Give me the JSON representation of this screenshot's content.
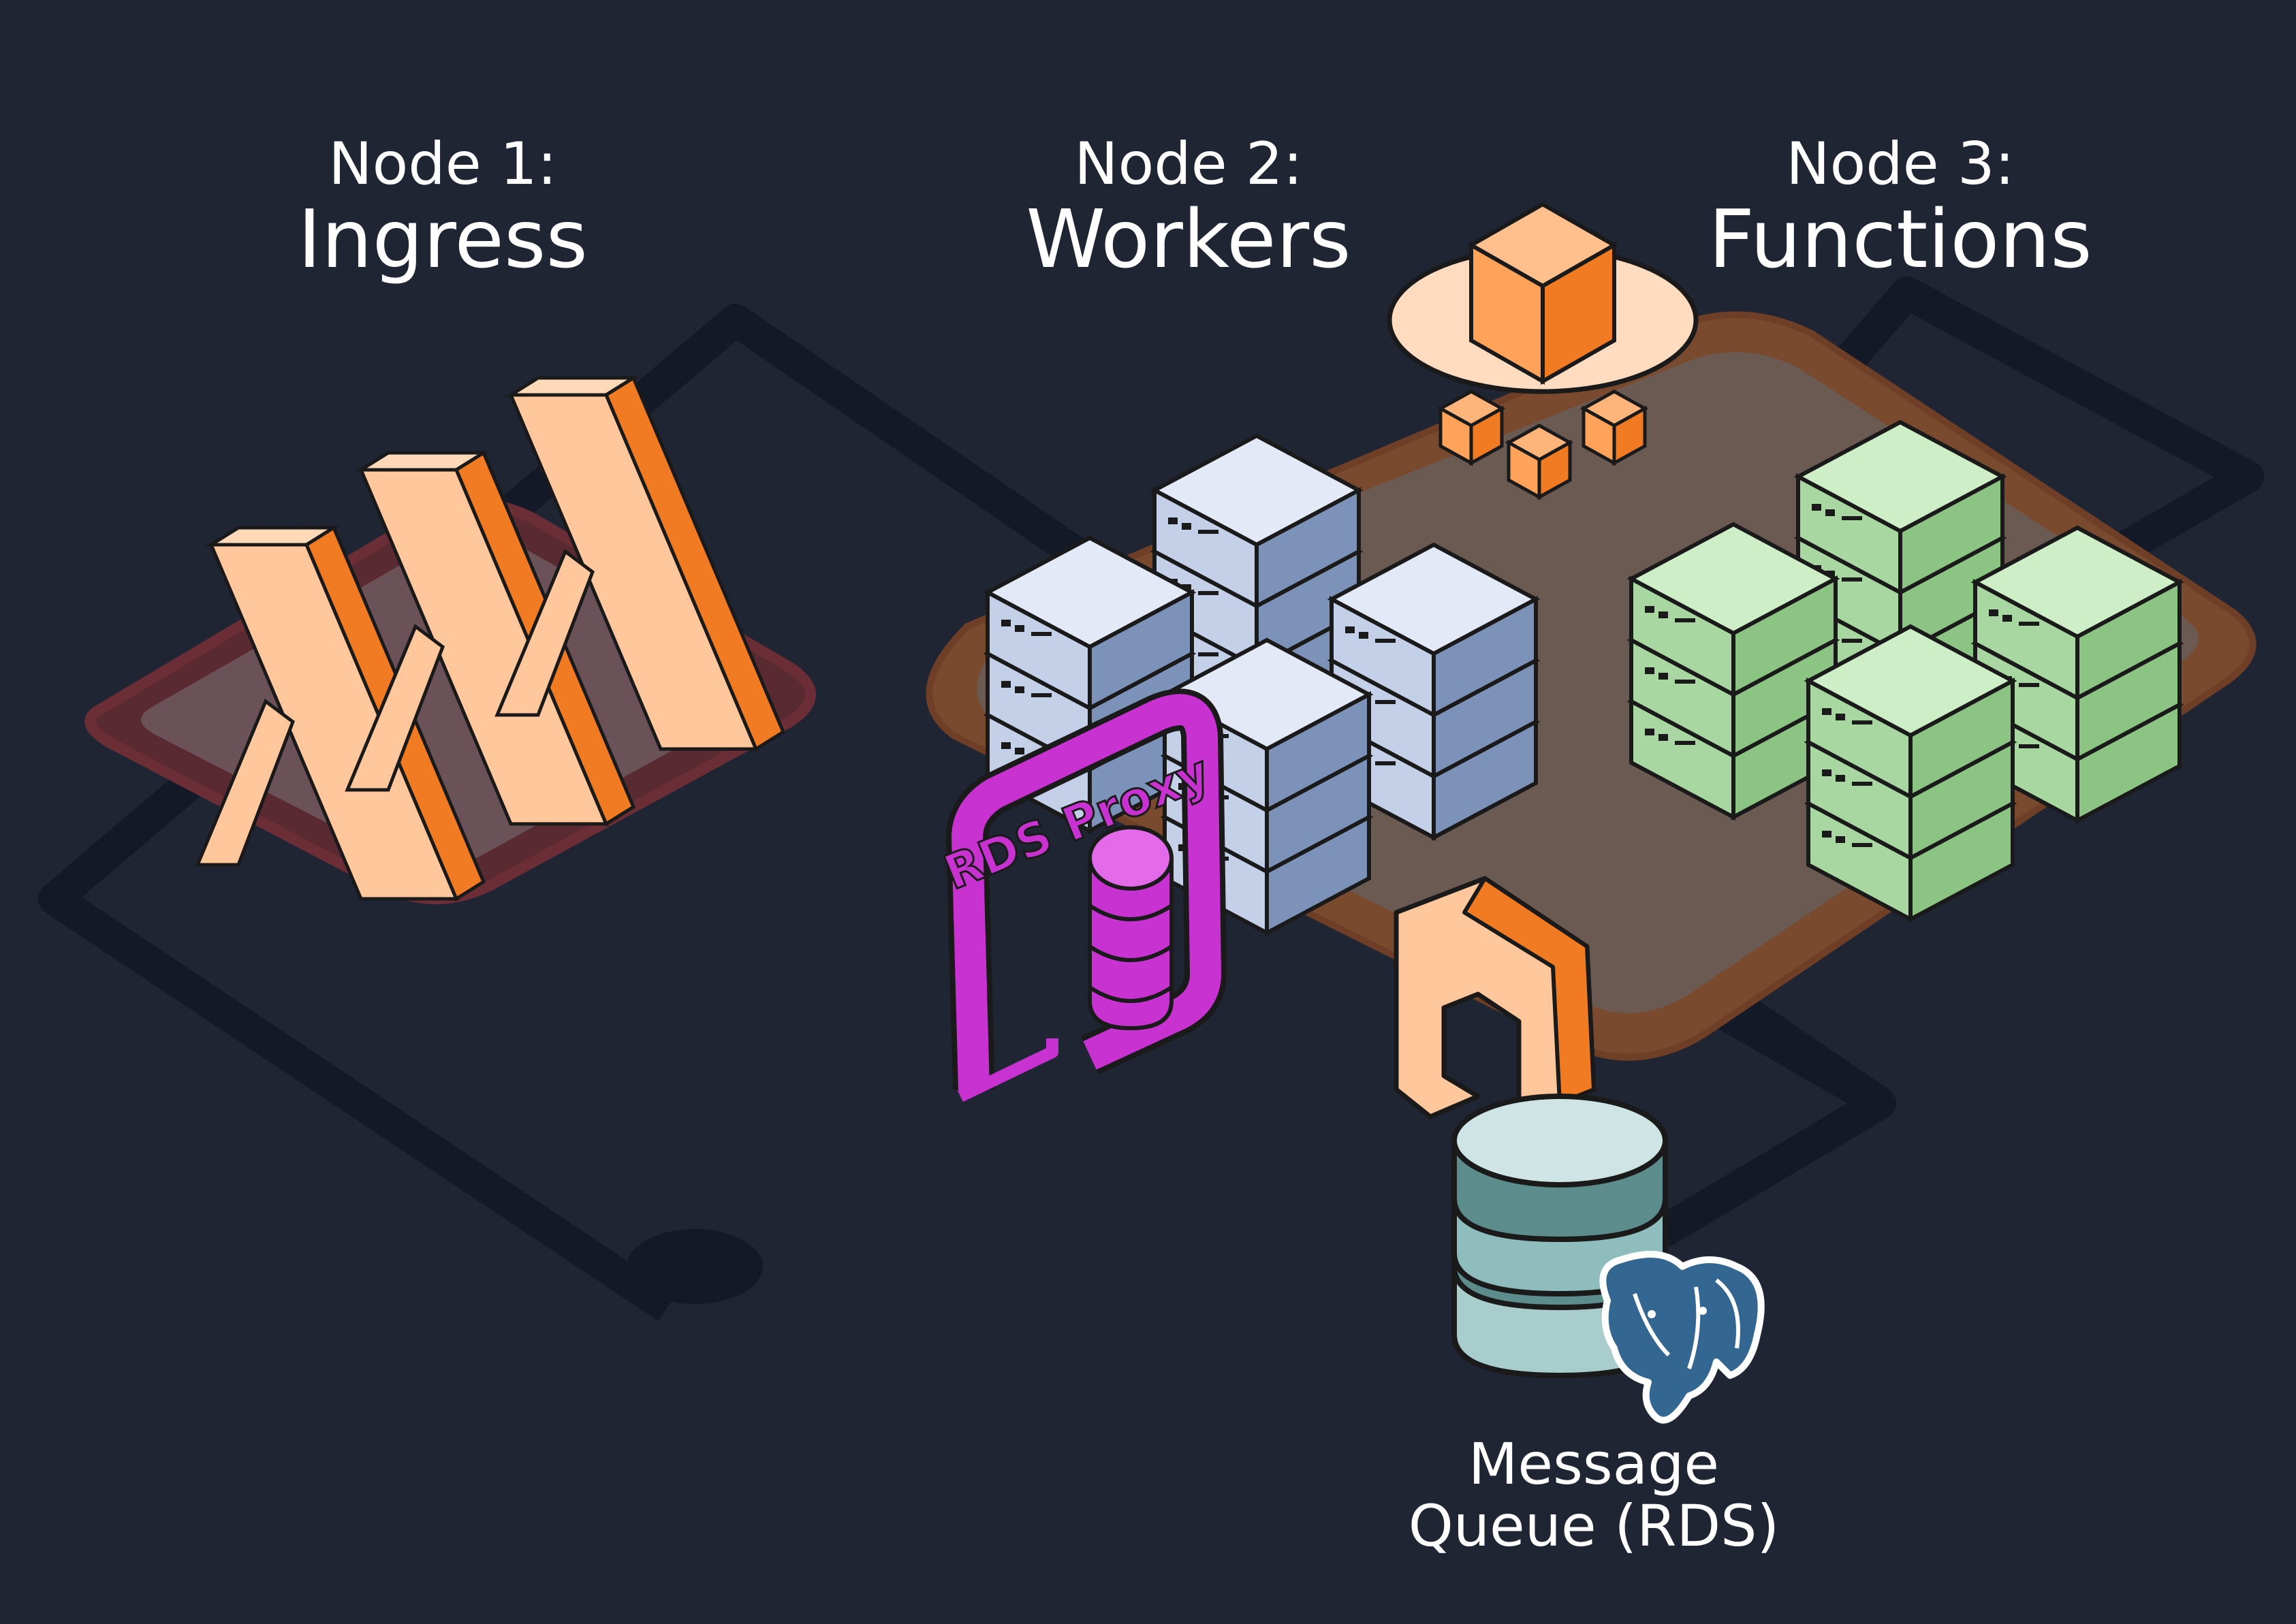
{
  "nodes": [
    {
      "heading": "Node 1:",
      "name": "Ingress"
    },
    {
      "heading": "Node 2:",
      "name": "Workers"
    },
    {
      "heading": "Node 3:",
      "name": "Functions"
    }
  ],
  "rds_proxy": {
    "label": "RDS Proxy"
  },
  "message_queue": {
    "line1": "Message",
    "line2": "Queue (RDS)"
  },
  "icons": [
    "lambda-icon",
    "server-stack-icon",
    "rds-proxy-icon",
    "database-icon",
    "postgresql-elephant-icon",
    "step-functions-icon",
    "container-hat-icon"
  ],
  "colors": {
    "background": "#1f2532",
    "track": "#131926",
    "ingress_pad": "#5a2a33",
    "workers_pad": "#7a4a2e",
    "lambda_orange": "#f07b22",
    "lambda_light": "#ffc9a0",
    "worker_blue": "#b9c6e0",
    "function_green": "#b6ddb0",
    "proxy_magenta": "#c832d0",
    "db_teal": "#8fbcbc",
    "postgres_blue": "#336791"
  }
}
